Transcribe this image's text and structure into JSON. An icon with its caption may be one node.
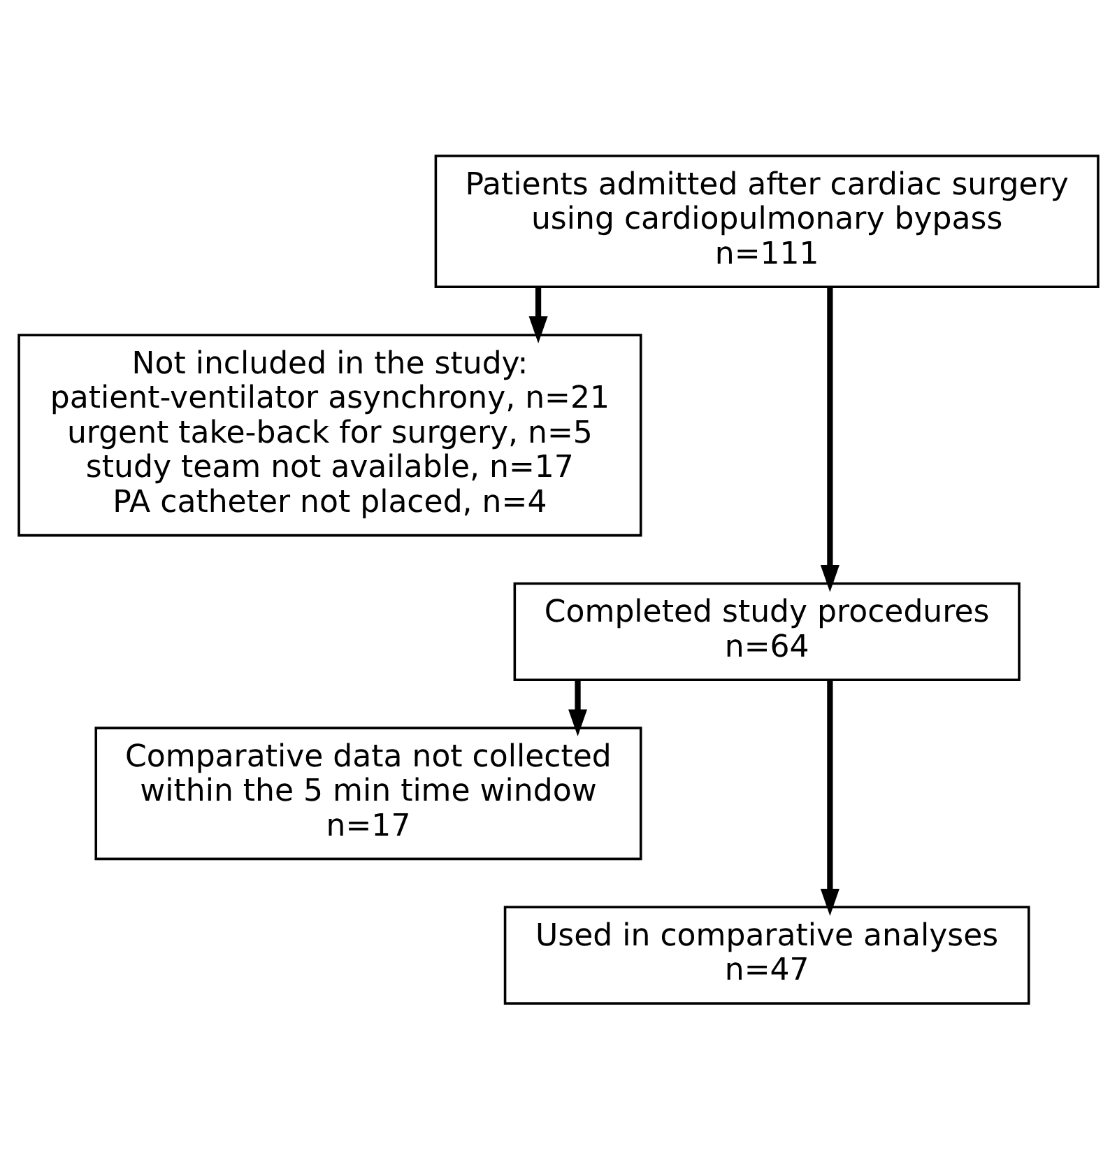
{
  "diagram": {
    "nodes": [
      {
        "text": [
          "Patients admitted after cardiac surgery using cardiopulmonary bypass",
          "n=111"
        ]
      },
      {
        "text": [
          "Not included in the study:",
          "patient-ventilator asynchrony, n=21",
          "urgent take-back for surgery, n=5",
          "study team not available, n=17",
          "PA catheter not placed, n=4"
        ]
      },
      {
        "text": [
          "Completed study procedures",
          "n=64"
        ]
      },
      {
        "text": [
          "Comparative data not collected within the 5 min time window",
          "n=17"
        ]
      },
      {
        "text": [
          "Used in comparative analyses",
          "n=47"
        ]
      }
    ],
    "edges": [
      {
        "from": 0,
        "to": 2,
        "arrow": "to"
      },
      {
        "from": 0,
        "to": 1,
        "arrow": "to"
      },
      {
        "from": 2,
        "to": 4,
        "arrow": "to"
      },
      {
        "from": 2,
        "to": 3,
        "arrow": "to"
      }
    ]
  }
}
